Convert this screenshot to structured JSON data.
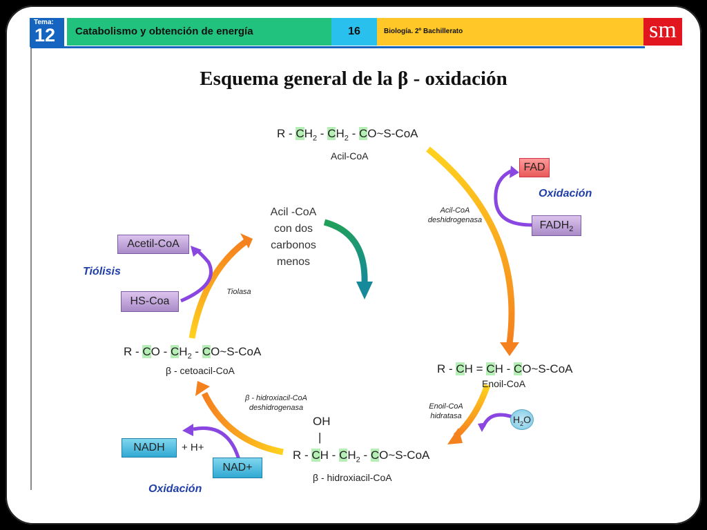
{
  "header": {
    "tema_label": "Tema:",
    "tema_number": "12",
    "title": "Catabolismo y obtención de energía",
    "page_number": "16",
    "subject": "Biología. 2º Bachillerato",
    "logo": "sm"
  },
  "main_title": "Esquema general de la β - oxidación",
  "compounds": {
    "acil_coa": {
      "formula": [
        "R - ",
        "C",
        "H",
        "2",
        " - ",
        "C",
        "H",
        "2",
        " - ",
        "C",
        "O~S-CoA"
      ],
      "name": "Acil-CoA"
    },
    "enoil_coa": {
      "name": "Enoil-CoA"
    },
    "hidroxiacil_coa": {
      "oh": "OH",
      "bar": "|",
      "name": "β - hidroxiacil-CoA"
    },
    "cetoacil_coa": {
      "name": "β - cetoacil-CoA"
    }
  },
  "center_label": [
    "Acil -CoA",
    "con dos",
    "carbonos",
    "menos"
  ],
  "enzymes": {
    "acil_deshidrogenasa": [
      "Acil-CoA",
      "deshidrogenasa"
    ],
    "enoil_hidratasa": [
      "Enoil-CoA",
      "hidratasa"
    ],
    "hidroxiacil_deshidrogenasa": [
      "β - hidroxiacil-CoA",
      "deshidrogenasa"
    ],
    "tiolasa": "Tiolasa"
  },
  "processes": {
    "oxidacion_top": "Oxidación",
    "tiolisis": "Tiólisis",
    "oxidacion_bottom": "Oxidación"
  },
  "boxes": {
    "fad": "FAD",
    "fadh2": "FADH",
    "fadh2_sub": "2",
    "acetil_coa": "Acetil-CoA",
    "hs_coa": "HS-Coa",
    "nadh": "NADH",
    "h_plus": "+ H+",
    "nad_plus": "NAD+",
    "h2o": "H",
    "h2o_sub": "2",
    "h2o_o": "O"
  },
  "colors": {
    "tema_bg": "#1565c0",
    "title_bg": "#21c27d",
    "number_bg": "#29c0ee",
    "subject_bg": "#ffc727",
    "logo_bg": "#e2161e",
    "highlight": "#b6efb6",
    "process_text": "#1f3ea8"
  }
}
